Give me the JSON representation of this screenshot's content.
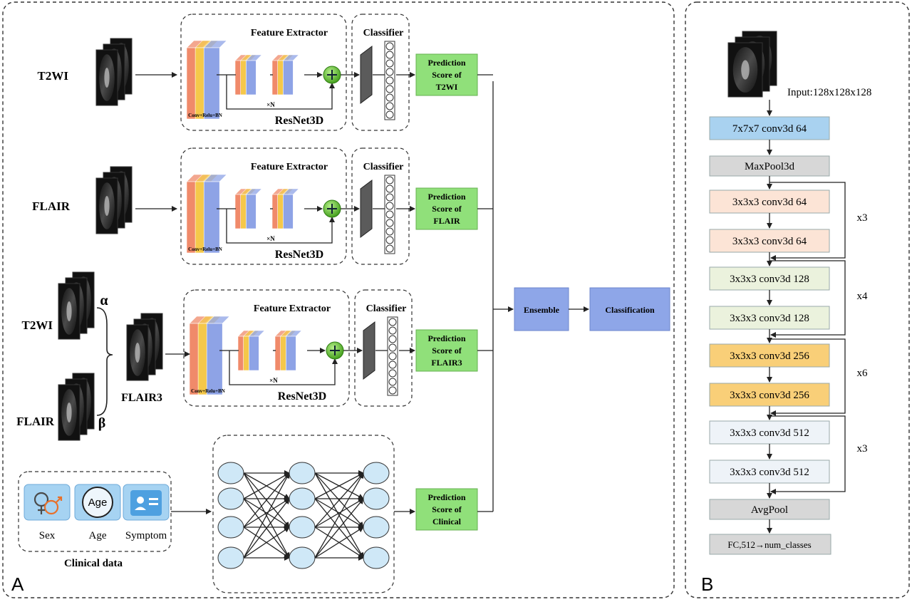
{
  "panel_a": {
    "label": "A",
    "branches": [
      {
        "input_label": "T2WI",
        "feature_extractor": "Feature Extractor",
        "classifier": "Classifier",
        "conv_label": "Conv+Relu+BN",
        "repeat_label": "×N",
        "backbone": "ResNet3D",
        "prediction": [
          "Prediction",
          "Score of",
          "T2WI"
        ]
      },
      {
        "input_label": "FLAIR",
        "feature_extractor": "Feature Extractor",
        "classifier": "Classifier",
        "conv_label": "Conv+Relu+BN",
        "repeat_label": "×N",
        "backbone": "ResNet3D",
        "prediction": [
          "Prediction",
          "Score of",
          "FLAIR"
        ]
      },
      {
        "input_label": "FLAIR3",
        "feature_extractor": "Feature Extractor",
        "classifier": "Classifier",
        "conv_label": "Conv+Relu+BN",
        "repeat_label": "×N",
        "backbone": "ResNet3D",
        "prediction": [
          "Prediction",
          "Score of",
          "FLAIR3"
        ]
      }
    ],
    "fusion": {
      "top_input": "T2WI",
      "bottom_input": "FLAIR",
      "alpha": "α",
      "beta": "β"
    },
    "clinical": {
      "icons": [
        {
          "icon": "sex-icon",
          "label": "Sex"
        },
        {
          "icon": "age-icon",
          "label": "Age",
          "glyph": "Age"
        },
        {
          "icon": "symptom-icon",
          "label": "Symptom"
        }
      ],
      "title": "Clinical data",
      "prediction": [
        "Prediction",
        "Score of",
        "Clinical"
      ]
    },
    "ensemble": "Ensemble",
    "classification": "Classification"
  },
  "panel_b": {
    "label": "B",
    "input_label": "Input:128x128x128",
    "layers": [
      {
        "text": "7x7x7 conv3d 64",
        "color": "#a9d2f0"
      },
      {
        "text": "MaxPool3d",
        "color": "#d7d7d7"
      },
      {
        "text": "3x3x3 conv3d 64",
        "color": "#fce4d6"
      },
      {
        "text": "3x3x3 conv3d 64",
        "color": "#fce4d6"
      },
      {
        "text": "3x3x3 conv3d 128",
        "color": "#ebf2dd"
      },
      {
        "text": "3x3x3 conv3d 128",
        "color": "#ebf2dd"
      },
      {
        "text": "3x3x3 conv3d 256",
        "color": "#f9cf78"
      },
      {
        "text": "3x3x3 conv3d 256",
        "color": "#f9cf78"
      },
      {
        "text": "3x3x3 conv3d 512",
        "color": "#eef3f8"
      },
      {
        "text": "3x3x3 conv3d 512",
        "color": "#eef3f8"
      },
      {
        "text": "AvgPool",
        "color": "#d7d7d7"
      },
      {
        "text": "FC,512→num_classes",
        "color": "#d7d7d7"
      }
    ],
    "repeats": [
      "x3",
      "x4",
      "x6",
      "x3"
    ]
  },
  "colors": {
    "green_box": "#90e07a",
    "blue_box": "#8ea6e8",
    "conv_red": "#f08a6a",
    "conv_yellow": "#f5c84a",
    "conv_blue": "#8ea3e6",
    "adder": "#5cc02c"
  }
}
